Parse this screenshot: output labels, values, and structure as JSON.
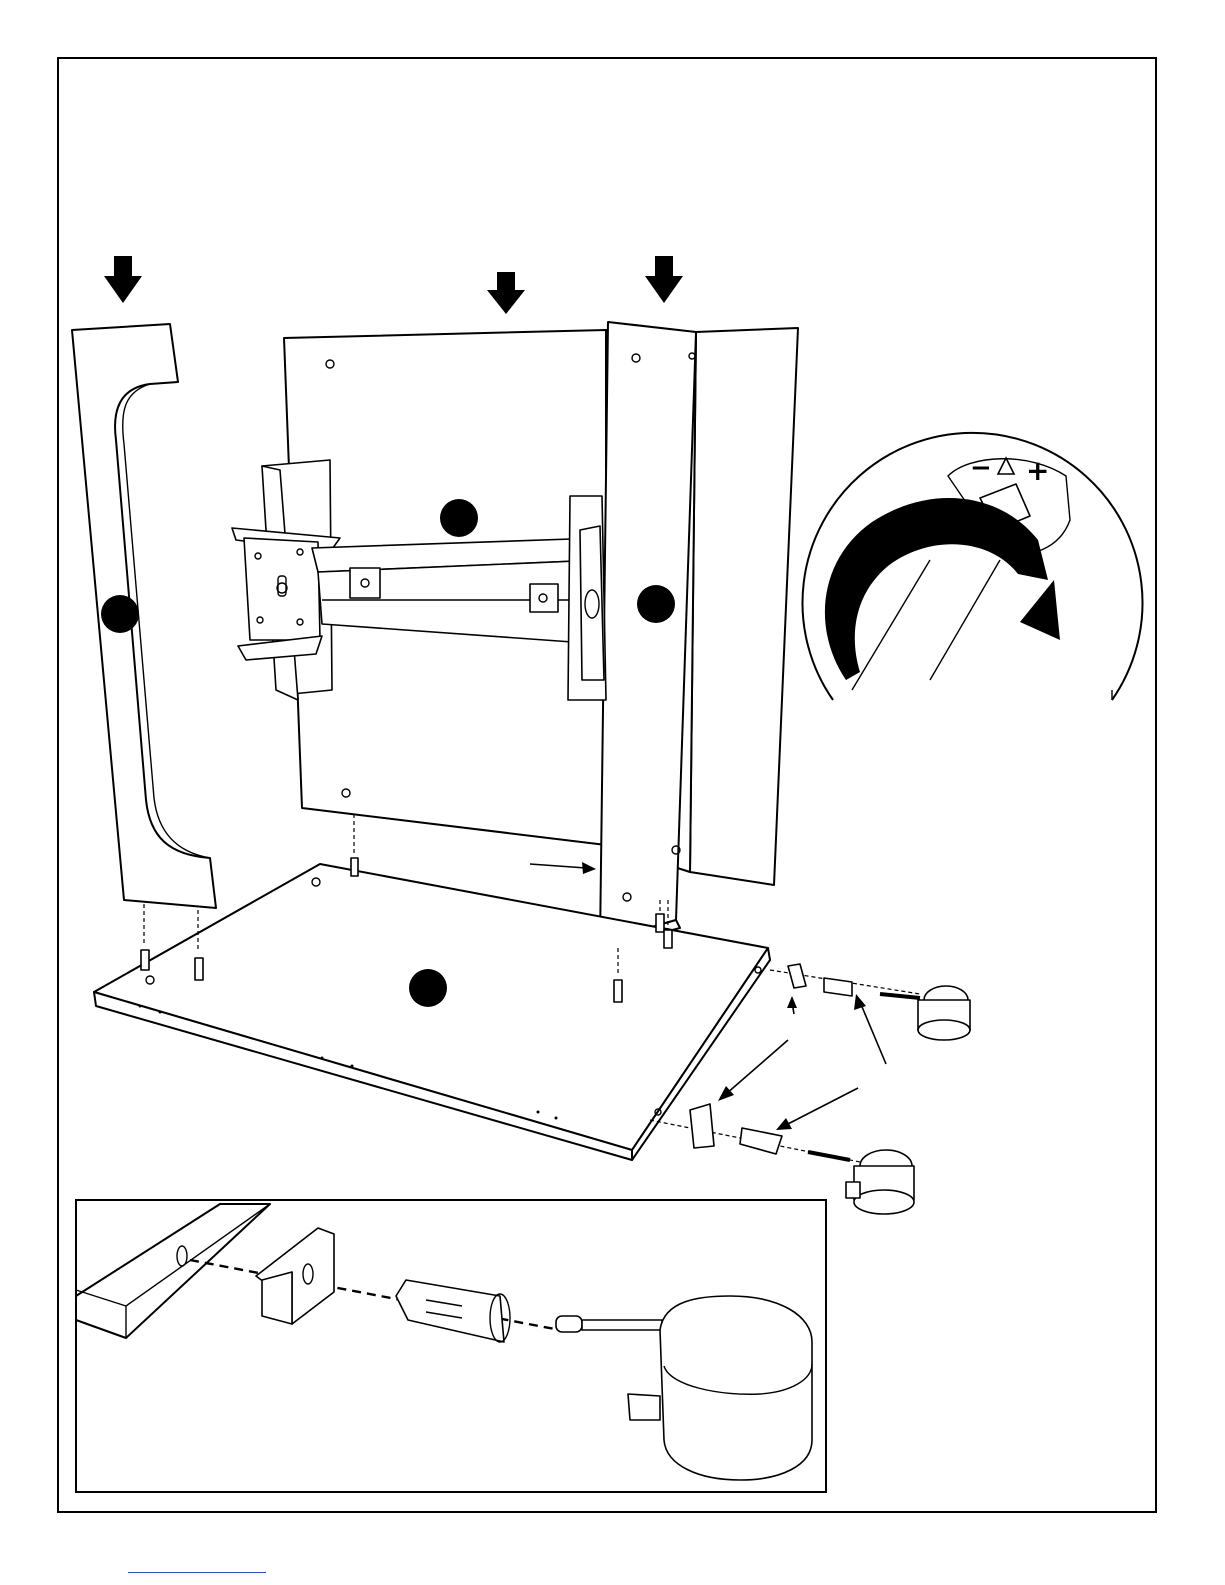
{
  "document": {
    "type": "assembly-instruction-page",
    "part_markers": [
      {
        "id": "marker-top-panel"
      },
      {
        "id": "marker-left-side"
      },
      {
        "id": "marker-right-side"
      },
      {
        "id": "marker-base"
      }
    ],
    "detail_callouts": [
      "cam-lock-rotation-detail",
      "caster-installation-inset"
    ],
    "cam_lock_symbols": {
      "minus": "−",
      "plus": "+"
    },
    "colors": {
      "ink": "#000000",
      "paper": "#ffffff",
      "footer_link": "#3355cc"
    },
    "icons": [
      "down-arrow-icon",
      "rotation-arrow-icon",
      "pointer-arrow-icon",
      "caster-wheel-icon"
    ]
  }
}
